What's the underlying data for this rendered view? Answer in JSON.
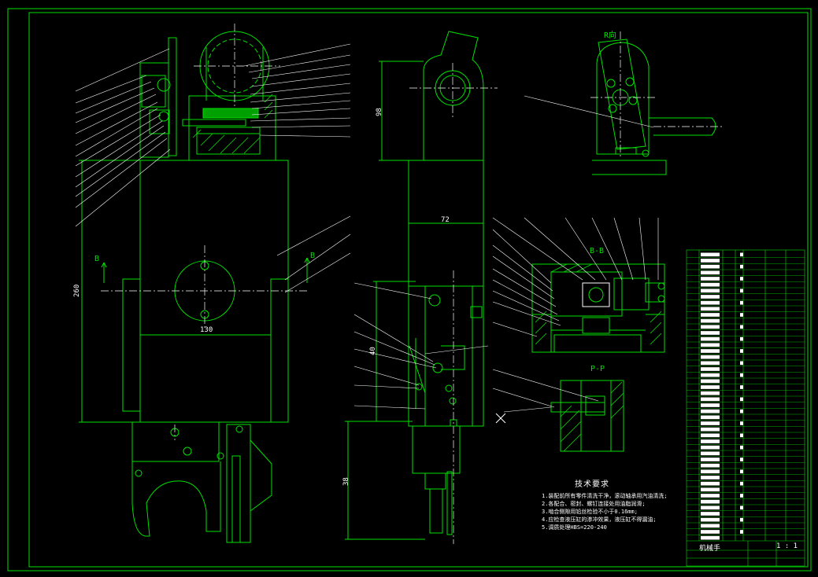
{
  "drawing": {
    "dims": {
      "height_260": "260",
      "width_130": "130",
      "height_98": "98",
      "width_72": "72",
      "height_right": "40",
      "height_lower": "38"
    },
    "section_labels": {
      "b_left": "B",
      "b_right": "B",
      "b_b": "B-B",
      "p_p": "P-P",
      "r_view": "R向"
    },
    "tech_requirements": {
      "title": "技术要求",
      "lines": [
        "1.装配前所有零件清洗干净，滚动轴承用汽油清洗;",
        "2.各配合、密封、螺钉连接处用油脂润滑;",
        "3.啮合侧隙用铅丝检验不小于0.16mm;",
        "4.应检查液压缸的渗冲效果，液压缸不得漏油;",
        "5.调质处理HBS=220-240"
      ]
    },
    "title_block": {
      "name": "机械手",
      "scale": "1 : 1"
    }
  },
  "colors": {
    "line": "#00e000",
    "text": "#ffffff",
    "center": "#ffffff",
    "background": "#000000"
  }
}
